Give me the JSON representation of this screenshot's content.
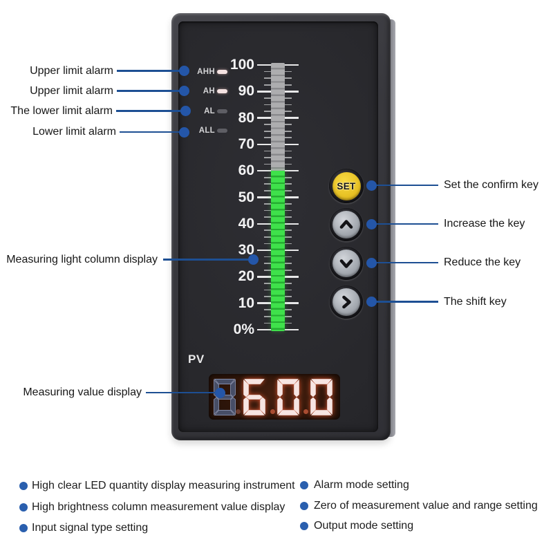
{
  "colors": {
    "callout_line_blue": "#1d4f93",
    "callout_dot_blue": "#2456a8",
    "bullet_blue": "#2a5fae",
    "device_bezel": "#38383d",
    "device_face": "#28282c",
    "bar_on_green": "#3fe14b",
    "bar_off_gray": "#adadaf",
    "set_key_yellow": "#e7c124",
    "display_lit": "#f7e5e2",
    "display_unlit": "#474e66"
  },
  "device": {
    "alarms": [
      {
        "label": "AHH",
        "lit": true
      },
      {
        "label": "AH",
        "lit": true
      },
      {
        "label": "AL",
        "lit": false
      },
      {
        "label": "ALL",
        "lit": false
      }
    ],
    "scale_labels": [
      "100",
      "90",
      "80",
      "70",
      "60",
      "50",
      "40",
      "30",
      "20",
      "10",
      "0%"
    ],
    "scale_max": 100,
    "scale_min": 0,
    "bar_percent": 60,
    "buttons": [
      {
        "id": "set",
        "label": "SET",
        "icon": "set-key"
      },
      {
        "id": "up",
        "icon": "chevron-up-icon"
      },
      {
        "id": "down",
        "icon": "chevron-down-icon"
      },
      {
        "id": "shift",
        "icon": "chevron-right-icon"
      }
    ],
    "pv_label": "PV",
    "display": {
      "digits": [
        "8",
        "6",
        "0",
        "0"
      ],
      "lit": [
        false,
        true,
        true,
        true
      ],
      "value_shown": "600"
    }
  },
  "callouts": {
    "left": [
      "Upper limit alarm",
      "Upper limit alarm",
      "The lower limit alarm",
      "Lower limit alarm",
      "Measuring light column display",
      "Measuring value display"
    ],
    "right": [
      "Set the confirm key",
      "Increase the key",
      "Reduce the key",
      "The shift key"
    ]
  },
  "features": {
    "left": [
      "High clear LED quantity display measuring instrument",
      "High brightness column measurement value display",
      "Input signal type setting"
    ],
    "right": [
      "Alarm mode setting",
      "Zero of measurement value and range setting",
      "Output mode setting"
    ]
  }
}
